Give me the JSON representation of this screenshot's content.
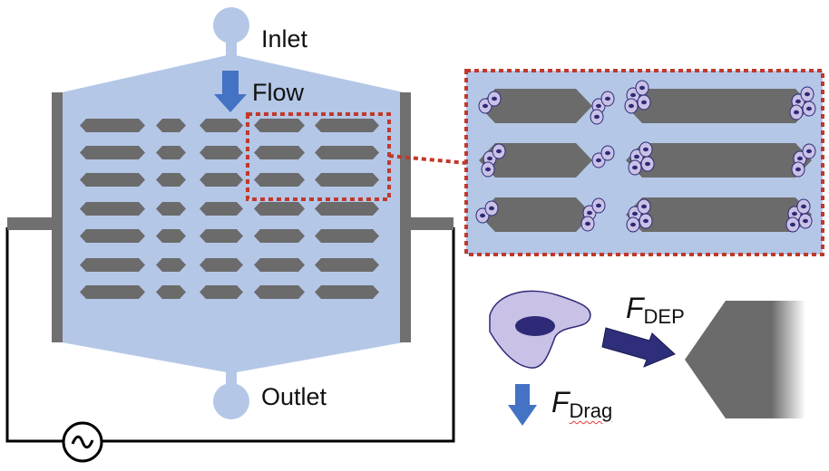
{
  "labels": {
    "inlet": "Inlet",
    "flow": "Flow",
    "outlet": "Outlet"
  },
  "forces": {
    "dep": {
      "symbol": "F",
      "subscript": "DEP"
    },
    "drag": {
      "symbol": "F",
      "subscript": "Drag"
    }
  },
  "source_symbol": "~",
  "colors": {
    "channel": "#b4c7e7",
    "electrode": "#707070",
    "pillar": "#6b6b6b",
    "flow_arrow": "#4472c4",
    "dep_arrow": "#2e2e7a",
    "zoom_border": "#c0392b",
    "cell_fill": "#c9c2e6",
    "cell_nucleus": "#2e2a78",
    "wire": "#000000"
  },
  "icons": [
    "flow-arrow-icon",
    "ac-source-icon",
    "dep-force-arrow-icon",
    "drag-force-arrow-icon"
  ]
}
